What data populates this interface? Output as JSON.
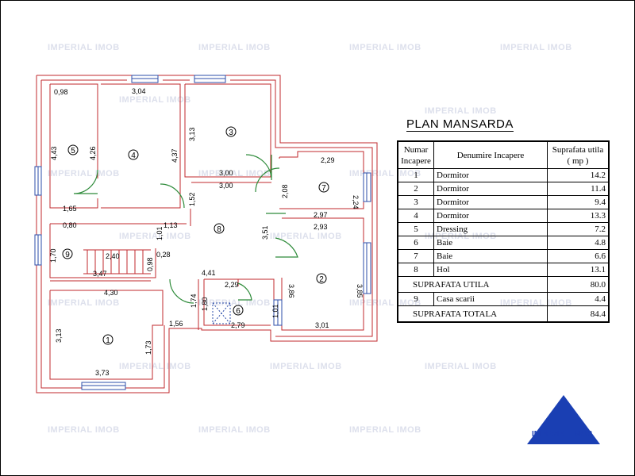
{
  "watermark": "IMPERIAL IMOB",
  "plan": {
    "title": "PLAN  MANSARDA",
    "dimensions": [
      "0,98",
      "3,04",
      "4,43",
      "4,26",
      "4,37",
      "3,13",
      "3,00",
      "3,00",
      "1,52",
      "2,08",
      "2,29",
      "2,24",
      "2,97",
      "1,65",
      "0,80",
      "1,13",
      "1,01",
      "3,51",
      "2,93",
      "1,70",
      "2,40",
      "0,28",
      "0,98",
      "3,47",
      "4,41",
      "3,86",
      "3,85",
      "2,29",
      "4,30",
      "1,74",
      "1,80",
      "1,01",
      "2,79",
      "1,56",
      "3,01",
      "3,13",
      "1,73",
      "3,73"
    ],
    "room_numbers": [
      "1",
      "2",
      "3",
      "4",
      "5",
      "6",
      "7",
      "8",
      "9"
    ]
  },
  "table": {
    "headers": {
      "number": "Numar Incapere",
      "name": "Denumire Incapere",
      "area": "Suprafata utila ( mp )"
    },
    "rows": [
      {
        "number": "1",
        "name": "Dormitor",
        "area": "14.2"
      },
      {
        "number": "2",
        "name": "Dormitor",
        "area": "11.4"
      },
      {
        "number": "3",
        "name": "Dormitor",
        "area": "9.4"
      },
      {
        "number": "4",
        "name": "Dormitor",
        "area": "13.3"
      },
      {
        "number": "5",
        "name": "Dressing",
        "area": "7.2"
      },
      {
        "number": "6",
        "name": "Baie",
        "area": "4.8"
      },
      {
        "number": "7",
        "name": "Baie",
        "area": "6.6"
      },
      {
        "number": "8",
        "name": "Hol",
        "area": "13.1"
      }
    ],
    "utila_label": "SUPRAFATA UTILA",
    "utila_value": "80.0",
    "stair_row": {
      "number": "9",
      "name": "Casa scarii",
      "area": "4.4"
    },
    "total_label": "SUPRAFATA TOTALA",
    "total_value": "84.4"
  },
  "logo": {
    "text": "IMPERIAL IMOB",
    "color": "#1a3fb3"
  },
  "colors": {
    "walls": "#c0282d",
    "doors": "#2e8b3a",
    "windows": "#2b4ca8",
    "watermark": "#dde0ec"
  }
}
